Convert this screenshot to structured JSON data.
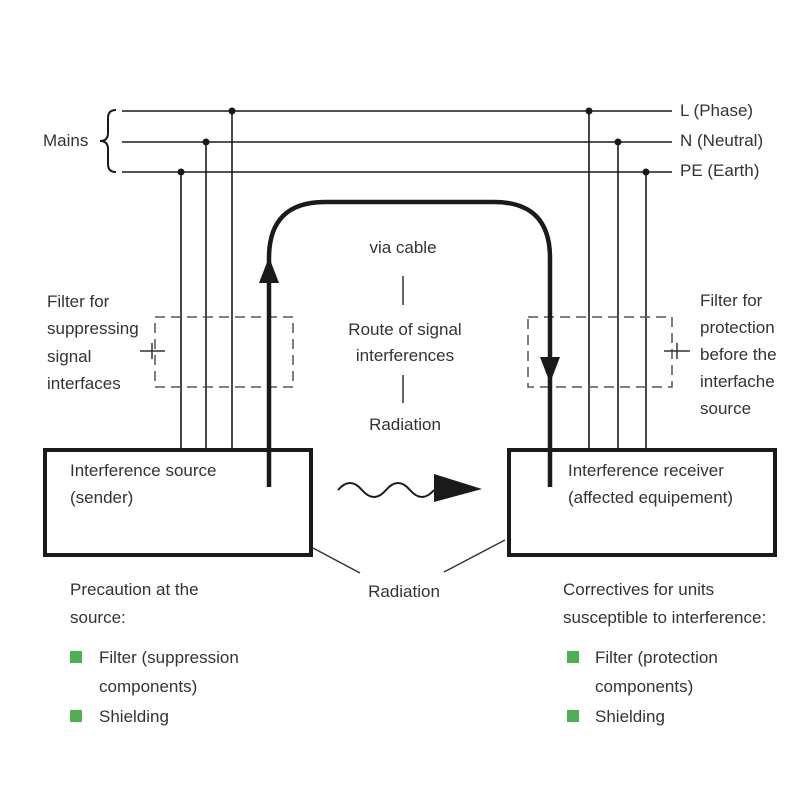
{
  "mains": {
    "label": "Mains",
    "lines": [
      "L (Phase)",
      "N (Neutral)",
      "PE (Earth)"
    ]
  },
  "left_filter": [
    "Filter for",
    "suppressing",
    "signal",
    "interfaces"
  ],
  "right_filter": [
    "Filter for",
    "protection",
    "before the",
    "interfache",
    "source"
  ],
  "route": {
    "via_cable": "via cable",
    "title_line1": "Route of signal",
    "title_line2": "interferences",
    "radiation": "Radiation"
  },
  "source_box": {
    "line1": "Interference source",
    "line2": "(sender)"
  },
  "receiver_box": {
    "line1": "Interference receiver",
    "line2": "(affected equipement)"
  },
  "bottom_radiation": "Radiation",
  "left_notes": {
    "title_line1": "Precaution at the",
    "title_line2": "source:",
    "items": [
      {
        "lines": [
          "Filter (suppression",
          "components)"
        ]
      },
      {
        "lines": [
          "Shielding"
        ]
      }
    ]
  },
  "right_notes": {
    "title_line1": "Correctives for units",
    "title_line2": "susceptible to interference:",
    "items": [
      {
        "lines": [
          "Filter (protection",
          "components)"
        ]
      },
      {
        "lines": [
          "Shielding"
        ]
      }
    ]
  },
  "colors": {
    "bullet": "#4caf50",
    "line": "#1a1a1a",
    "text": "#333333"
  }
}
